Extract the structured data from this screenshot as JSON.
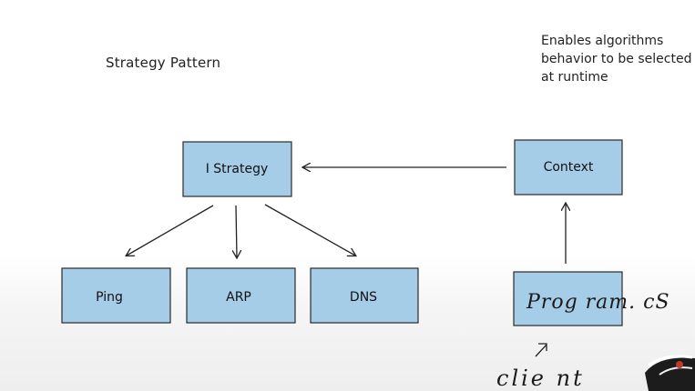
{
  "title": "Strategy Pattern",
  "note": {
    "lines": [
      "Enables algorithms",
      "behavior to be selected",
      "at runtime"
    ]
  },
  "nodes": {
    "istrategy": "I Strategy",
    "context": "Context",
    "ping": "Ping",
    "arp": "ARP",
    "dns": "DNS"
  },
  "handwriting": {
    "program": "Prog ram. cS",
    "client": "clie nt"
  },
  "colors": {
    "box_fill": "#a6cde8",
    "box_stroke": "#2a2a2a",
    "line": "#222222"
  }
}
